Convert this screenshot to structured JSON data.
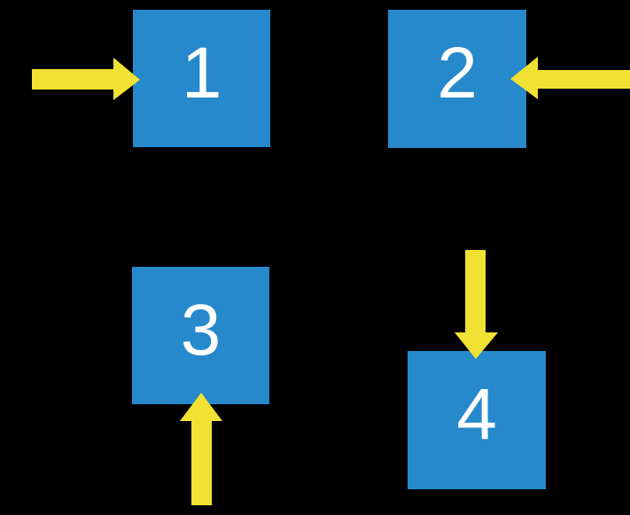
{
  "diagram": {
    "description": "Four numbered blue squares on a black background, each indicated by a yellow arrow from a different direction",
    "background_color": "#000000",
    "square_color": "#2589CB",
    "arrow_color": "#F1E132",
    "label_color": "#FFFFFF",
    "squares": [
      {
        "label": "1",
        "arrow_direction": "right",
        "arrow_points_at": "left side of square 1"
      },
      {
        "label": "2",
        "arrow_direction": "left",
        "arrow_points_at": "right side of square 2"
      },
      {
        "label": "3",
        "arrow_direction": "up",
        "arrow_points_at": "bottom side of square 3"
      },
      {
        "label": "4",
        "arrow_direction": "down",
        "arrow_points_at": "top side of square 4"
      }
    ]
  }
}
